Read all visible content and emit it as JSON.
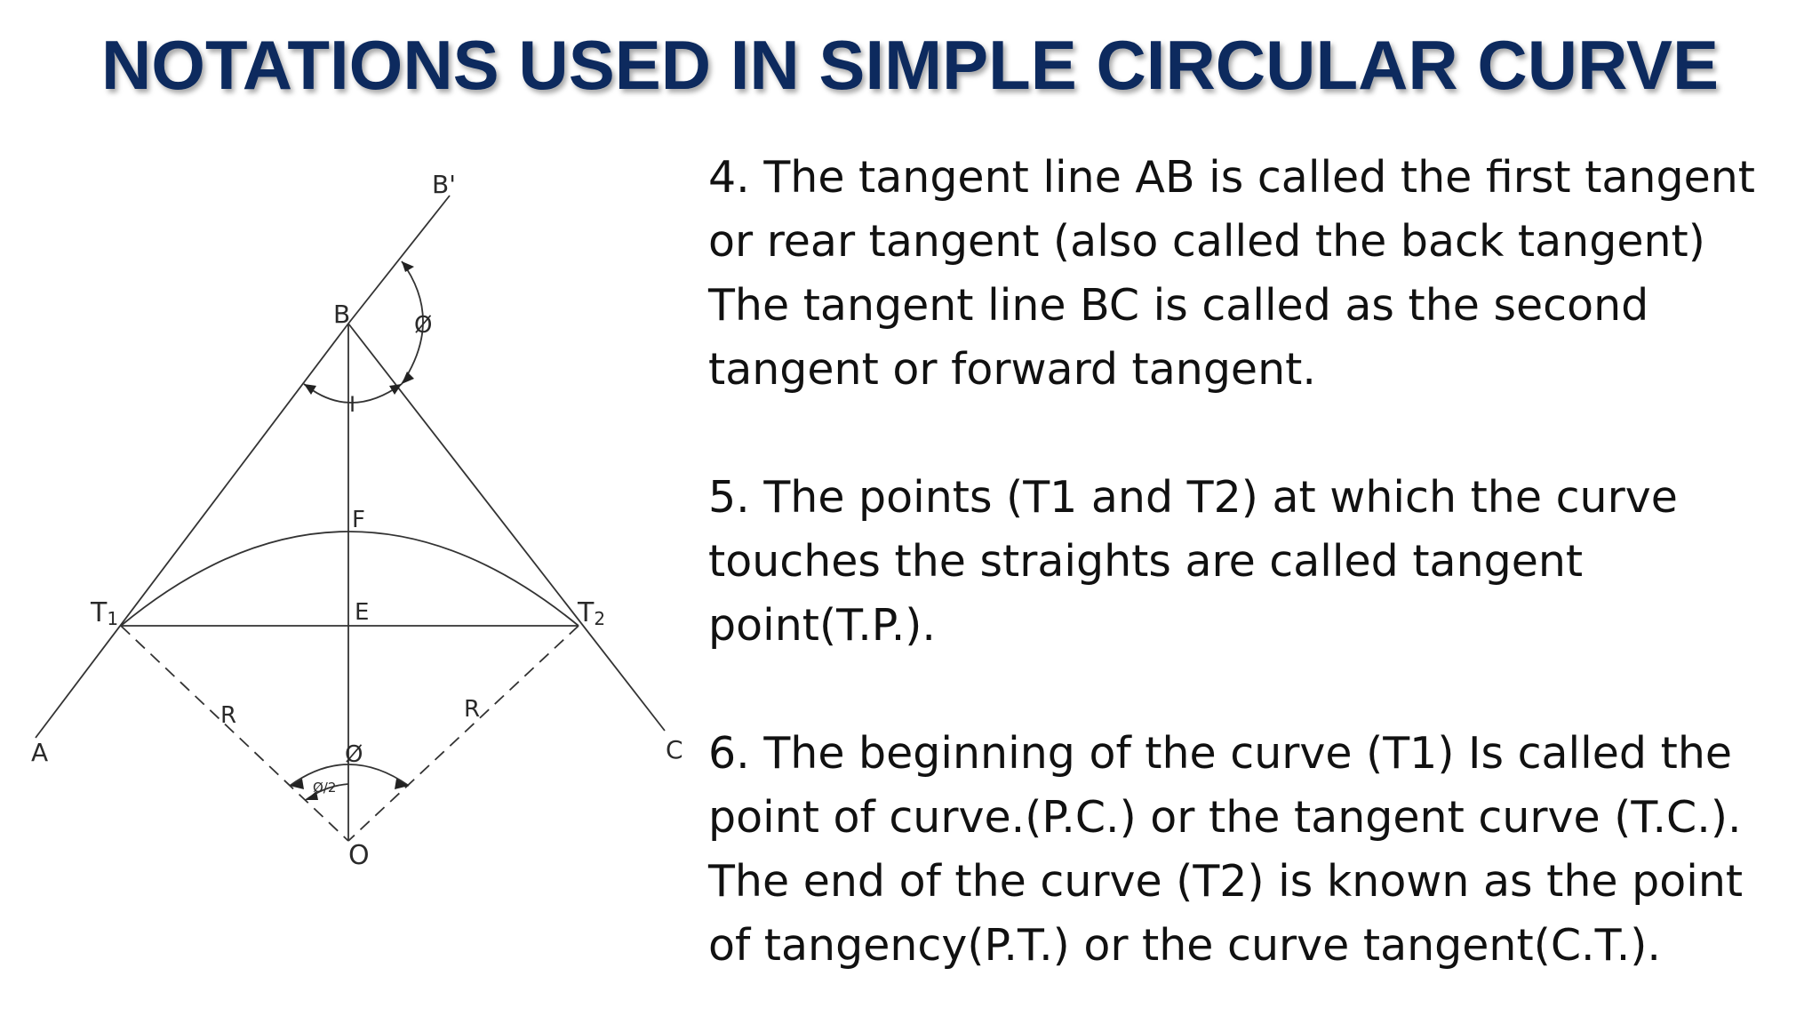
{
  "slide": {
    "title": "NOTATIONS USED IN SIMPLE CIRCULAR CURVE",
    "title_color": "#0d2a5e",
    "paragraphs": [
      {
        "lines": [
          "4. The tangent line AB is called the first tangent",
          "or rear tangent (also called the back tangent)",
          "The tangent line BC is called as the second",
          "tangent or forward tangent."
        ]
      },
      {
        "lines": [
          "5. The points (T1 and T2) at which the curve",
          "touches the straights are called tangent",
          "point(T.P.)."
        ]
      },
      {
        "lines": [
          "6. The beginning of the curve (T1) Is called the",
          "point of curve.(P.C.) or the tangent curve (T.C.).",
          "The end of the curve (T2) is known as the point",
          "of tangency(P.T.) or the curve tangent(C.T.)."
        ]
      }
    ]
  },
  "diagram": {
    "labels": {
      "B_prime": "B'",
      "B": "B",
      "phi_top": "Ø",
      "I": "I",
      "F": "F",
      "T1": "T",
      "T1_sub": "1",
      "T2": "T",
      "T2_sub": "2",
      "E": "E",
      "R_left": "R",
      "R_right": "R",
      "A": "A",
      "C": "C",
      "phi_bottom": "Ø",
      "phi_half": "Ø/2",
      "O": "O"
    }
  }
}
